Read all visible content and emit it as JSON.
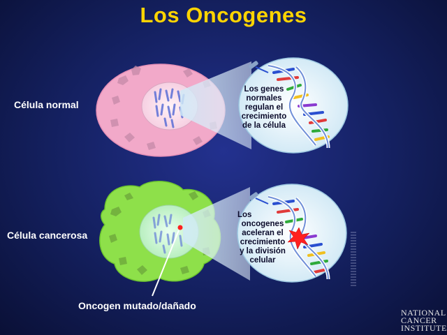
{
  "title": "Los Oncogenes",
  "labels": {
    "normal_cell": "Célula normal",
    "cancer_cell": "Célula cancerosa",
    "mutated_oncogene": "Oncogen mutado/dañado"
  },
  "bubbles": {
    "normal": [
      "Los genes",
      "normales",
      "regulan el",
      "crecimiento",
      "de la célula"
    ],
    "cancer": [
      "Los",
      "oncogenes",
      "aceleran el",
      "crecimiento",
      "y la división",
      "celular"
    ]
  },
  "logo": [
    "NATIONAL",
    "CANCER",
    "INSTITUTE"
  ],
  "colors": {
    "title": "#ffd400",
    "normal_cell": "#f2a9c9",
    "cancer_cell": "#8ee04a",
    "mutation_star": "#ff2020"
  }
}
